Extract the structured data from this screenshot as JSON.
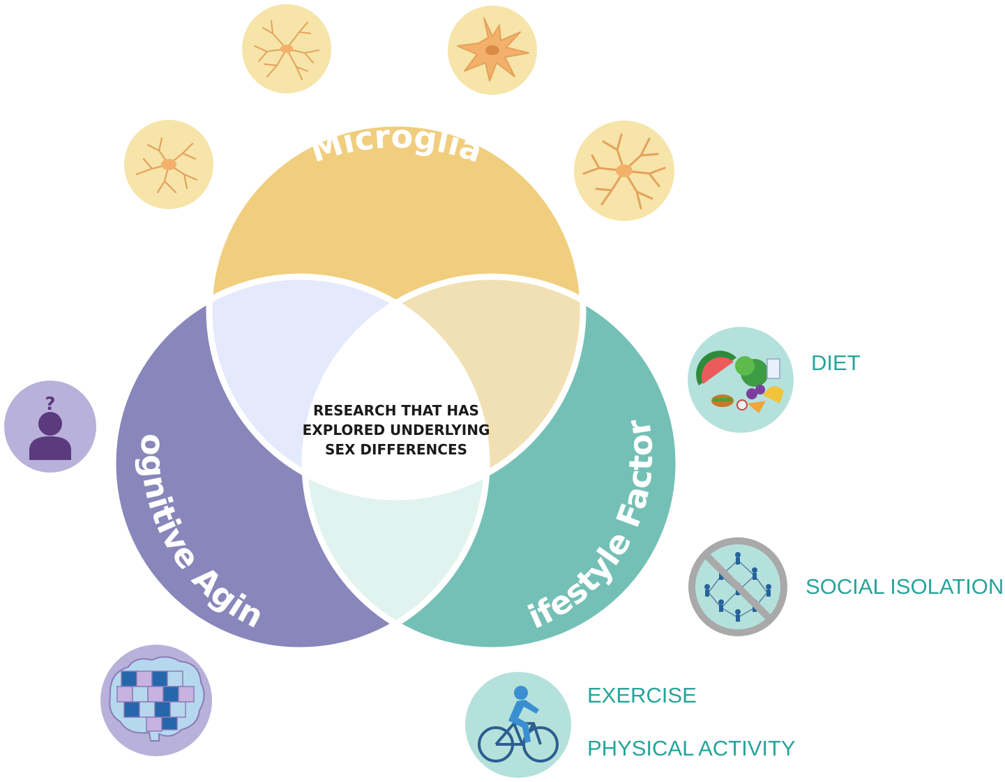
{
  "diagram": {
    "sets": {
      "microglia": {
        "label": "Microglia",
        "color": "#f0ce7e"
      },
      "cognitive_aging": {
        "label": "Cognitive Aging",
        "color": "#8886ba"
      },
      "lifestyle_factors": {
        "label": "Lifestyle Factors",
        "color": "#74c0b6"
      }
    },
    "overlaps": {
      "microglia_cognitive": "#e4e9fc",
      "microglia_lifestyle": "#f1e0b3",
      "cognitive_lifestyle": "#e1f3ef"
    },
    "center": {
      "lines": [
        "RESEARCH THAT HAS",
        "EXPLORED UNDERLYING",
        "SEX DIFFERENCES"
      ]
    },
    "lifestyle_items": {
      "diet": "DIET",
      "social_isolation": "SOCIAL ISOLATION",
      "exercise": "EXERCISE",
      "physical_activity": "PHYSICAL ACTIVITY"
    },
    "icons": {
      "microglia_cells": [
        "microglia-cell-ramified-icon",
        "microglia-cell-amoeboid-icon",
        "microglia-cell-small-icon",
        "microglia-cell-branched-icon"
      ],
      "cognitive": [
        "person-question-icon",
        "brain-puzzle-icon"
      ],
      "lifestyle": [
        "food-icon",
        "no-social-network-icon",
        "cyclist-icon"
      ]
    },
    "colors": {
      "cell_bg": "#f6e4a9",
      "cell_stroke": "#e4a15a",
      "cell_fill": "#f3b06a",
      "purple_bg": "#b8b1da",
      "purple_dark": "#5c3a7e",
      "teal_bg": "#b5e1dc",
      "teal_text": "#25a49b",
      "figure_blue": "#27629a"
    }
  }
}
